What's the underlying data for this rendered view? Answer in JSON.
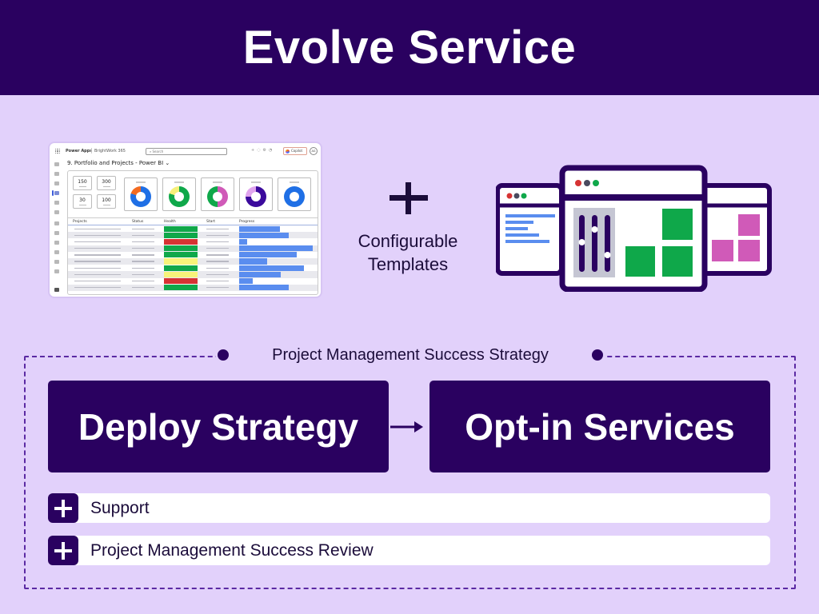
{
  "header": {
    "title": "Evolve Service"
  },
  "screenshot_mock": {
    "app_name": "Power Apps",
    "app_sub": "BrightWork 365",
    "search_placeholder": "Search",
    "copilot_label": "Copilot",
    "avatar_initials": "AG",
    "page_title": "9. Portfolio and Projects - Power BI",
    "kpis": [
      "150",
      "300",
      "30",
      "100"
    ],
    "donuts": [
      {
        "name": "donut-1",
        "segments": [
          {
            "color": "#1f6fe5",
            "share": 0.8
          },
          {
            "color": "#f36b21",
            "share": 0.2
          }
        ]
      },
      {
        "name": "donut-2",
        "segments": [
          {
            "color": "#0fa84a",
            "share": 0.8
          },
          {
            "color": "#f6f07a",
            "share": 0.2
          }
        ]
      },
      {
        "name": "donut-3",
        "segments": [
          {
            "color": "#d05ab8",
            "share": 0.5
          },
          {
            "color": "#0fa84a",
            "share": 0.5
          }
        ]
      },
      {
        "name": "donut-4",
        "segments": [
          {
            "color": "#3b0a9c",
            "share": 0.75
          },
          {
            "color": "#e0a4ee",
            "share": 0.25
          }
        ]
      },
      {
        "name": "donut-5",
        "segments": [
          {
            "color": "#1f6fe5",
            "share": 1.0
          }
        ]
      }
    ],
    "table": {
      "columns": [
        "Projects",
        "Status",
        "Health",
        "Start",
        "Progress"
      ],
      "rows": [
        {
          "health": "green",
          "progress": 0.55
        },
        {
          "health": "green",
          "progress": 0.67
        },
        {
          "health": "red",
          "progress": 0.11
        },
        {
          "health": "green",
          "progress": 1.0
        },
        {
          "health": "green",
          "progress": 0.78
        },
        {
          "health": "yellow",
          "progress": 0.38
        },
        {
          "health": "green",
          "progress": 0.88
        },
        {
          "health": "yellow",
          "progress": 0.57
        },
        {
          "health": "red",
          "progress": 0.19
        },
        {
          "health": "green",
          "progress": 0.67
        }
      ]
    }
  },
  "configurable": {
    "line1": "Configurable",
    "line2": "Templates"
  },
  "strategy": {
    "frame_label": "Project Management Success Strategy",
    "left_box": "Deploy Strategy",
    "right_box": "Opt-in Services",
    "items": [
      "Support",
      "Project Management Success Review"
    ]
  },
  "colors": {
    "primary": "#2a0160",
    "background": "#e2d1fb",
    "health_green": "#0fa84a",
    "health_red": "#d63333",
    "health_yellow": "#f7f37a",
    "progress_blue": "#5a8def",
    "accent_pink": "#d05ab8"
  }
}
